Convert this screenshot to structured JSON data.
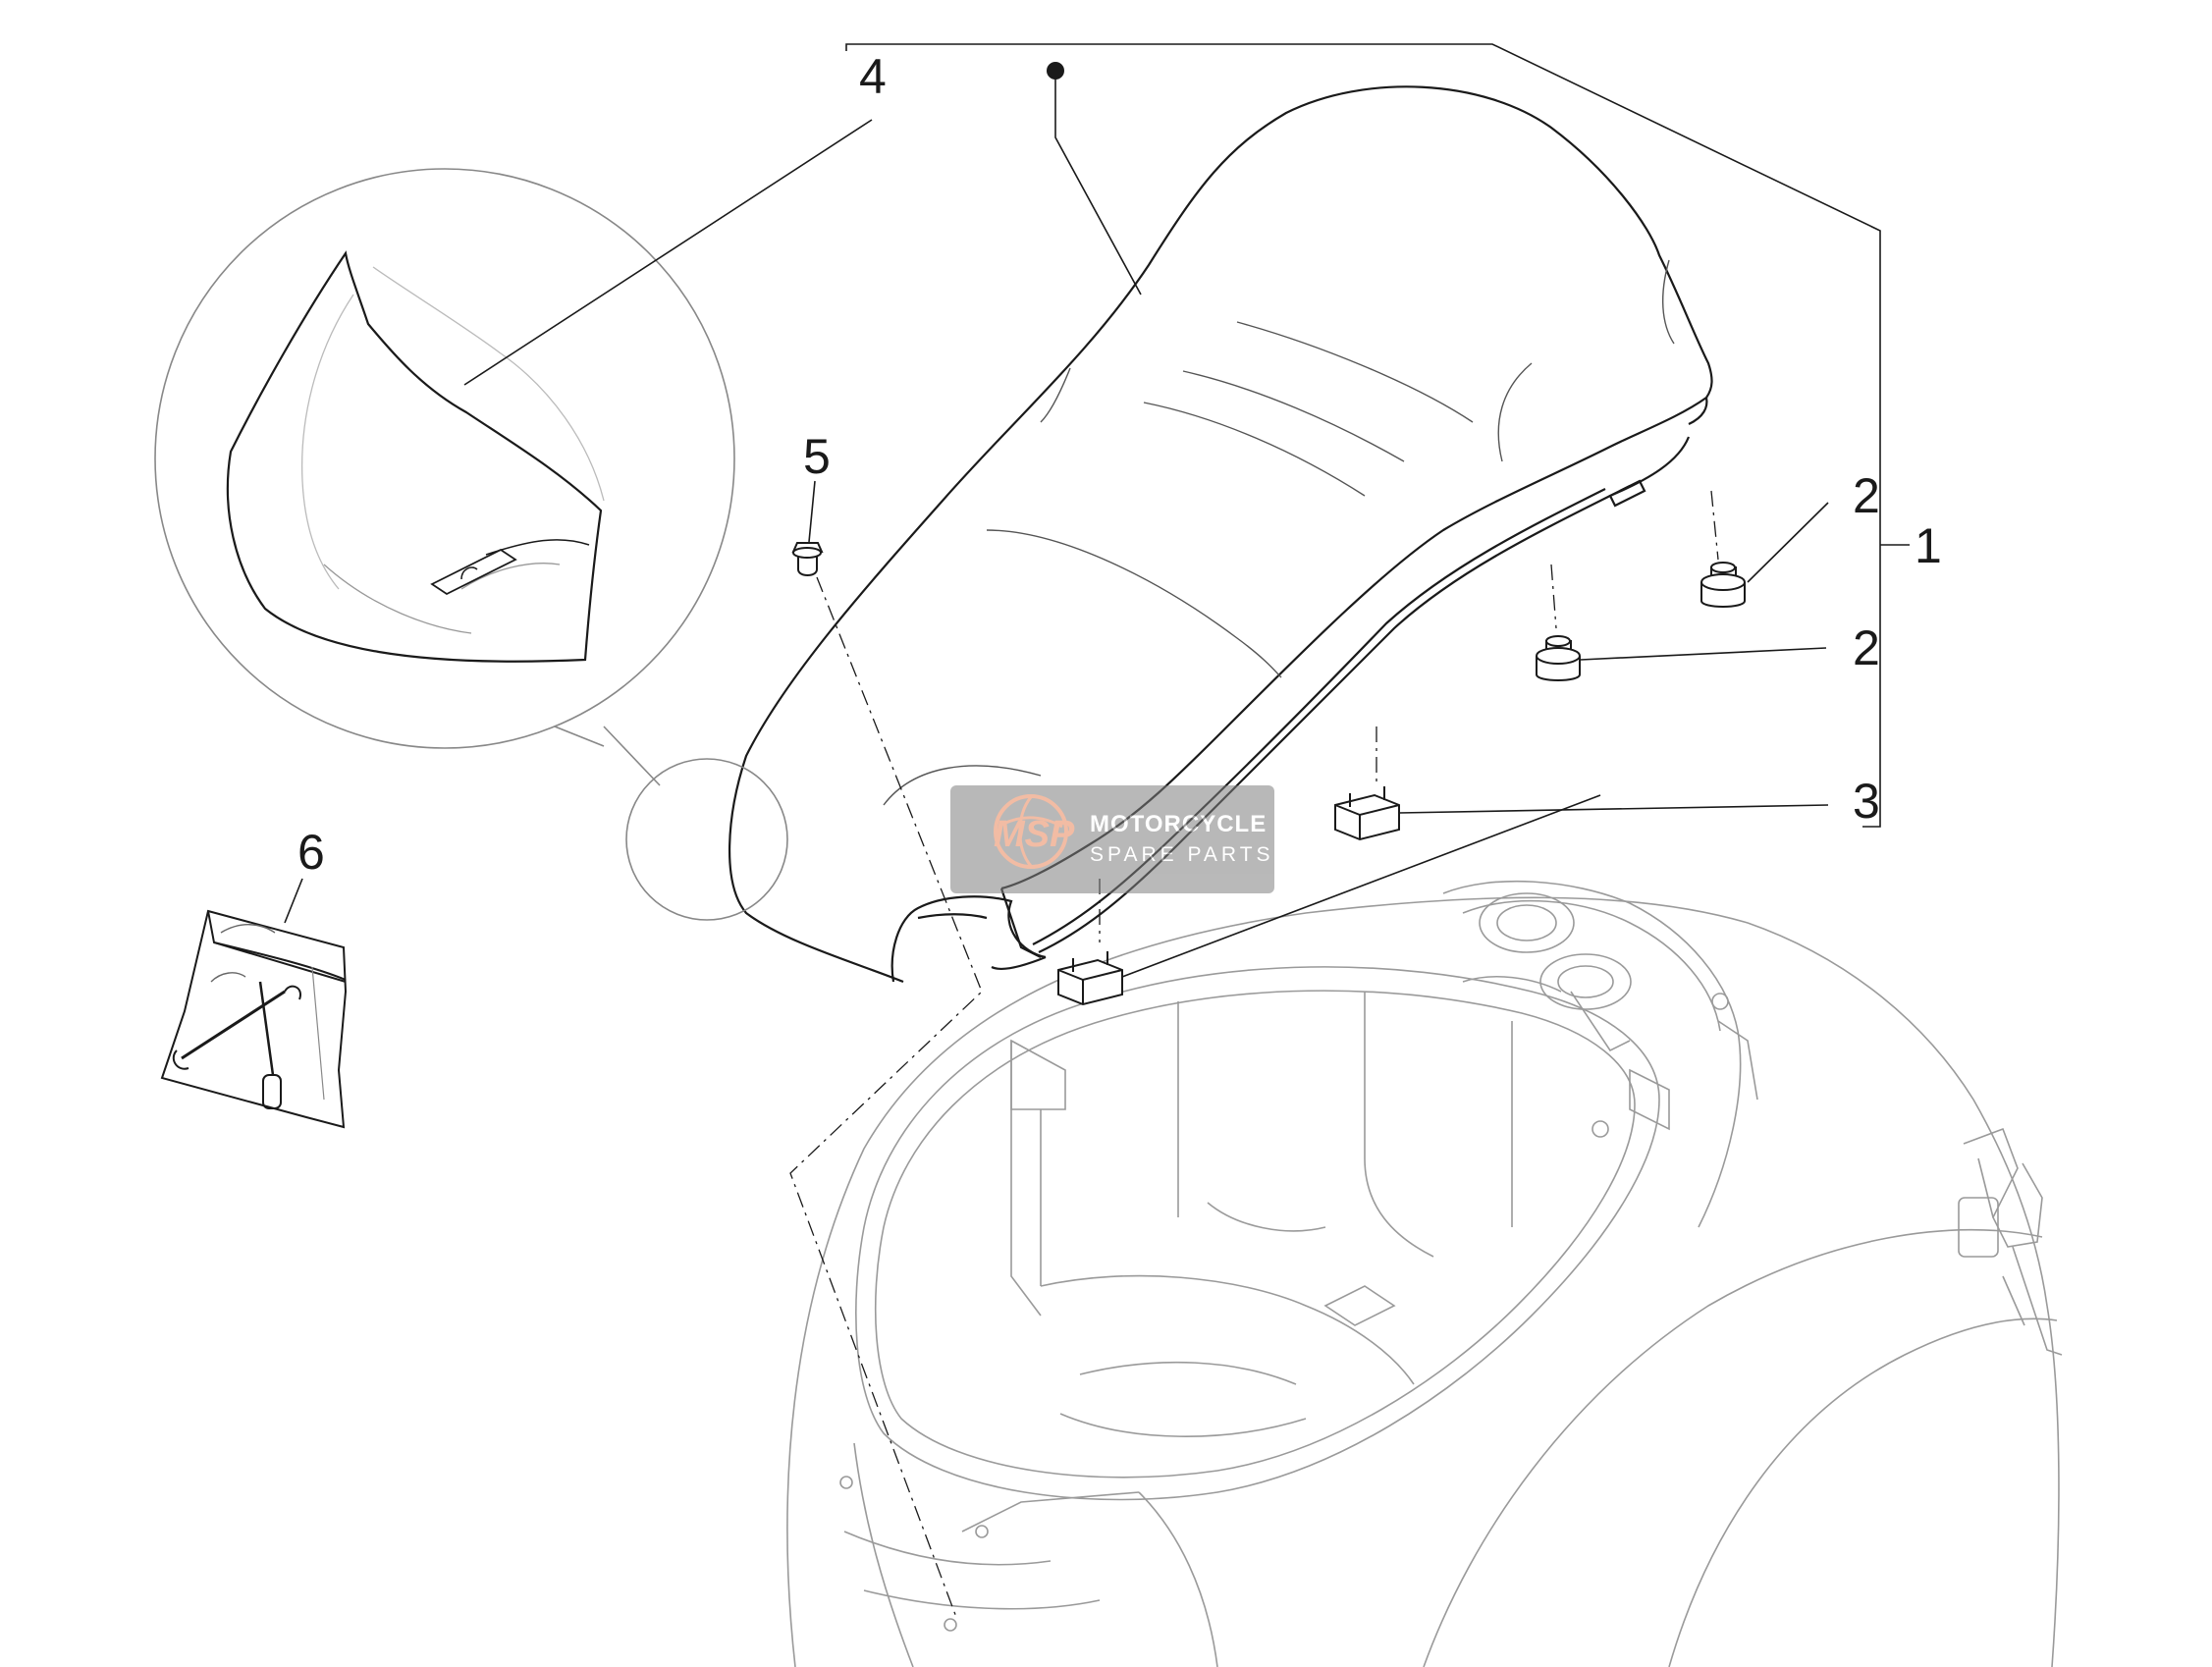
{
  "diagram": {
    "callouts": [
      {
        "id": "1",
        "label": "1"
      },
      {
        "id": "2a",
        "label": "2"
      },
      {
        "id": "2b",
        "label": "2"
      },
      {
        "id": "3",
        "label": "3"
      },
      {
        "id": "4",
        "label": "4"
      },
      {
        "id": "5",
        "label": "5"
      },
      {
        "id": "6",
        "label": "6"
      }
    ]
  },
  "watermark": {
    "logo_text": "MSP",
    "title": "MOTORCYCLE",
    "subtitle": "SPARE PARTS"
  },
  "colors": {
    "line_dark": "#1a1a1a",
    "line_light": "#9a9a9a",
    "watermark_bg": "#7f7f7f",
    "watermark_accent": "#e8865a"
  }
}
